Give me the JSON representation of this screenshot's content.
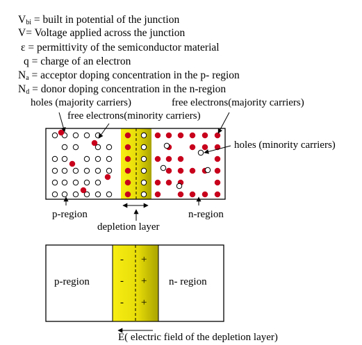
{
  "definitions": [
    {
      "symbol": "V",
      "sub": "bi",
      "text": " = built in potential of the junction"
    },
    {
      "symbol": "V",
      "sub": "",
      "text": "=  Voltage applied across the junction"
    },
    {
      "symbol": " ε",
      "sub": "",
      "text": " = permittivity of the semiconductor material"
    },
    {
      "symbol": "  q",
      "sub": "",
      "text": "   = charge of an electron"
    },
    {
      "symbol": "N",
      "sub": "a",
      "text": " = acceptor doping concentration in the p- region"
    },
    {
      "symbol": "N",
      "sub": "d",
      "text": " = donor doping concentration in the n-region"
    }
  ],
  "labels": {
    "holes_majority": "holes (majority carriers)",
    "free_electrons_majority": "free electrons(majority carriers)",
    "free_electrons_minority": "free electrons(minority carriers)",
    "holes_minority": "holes (minority carriers)",
    "p_region_top": "p-region",
    "n_region_top": "n-region",
    "depletion_layer": "depletion layer",
    "p_region_bottom": "p-region",
    "n_region_bottom": "n- region",
    "electric_field": "E( electric field of the depletion layer)"
  },
  "depletion_signs": {
    "minus": "-",
    "plus": "+"
  },
  "colors": {
    "depletion_yellow": "#f5ea10",
    "depletion_olive": "#b5b000",
    "electron_red": "#c8001c",
    "outline": "#000000"
  }
}
